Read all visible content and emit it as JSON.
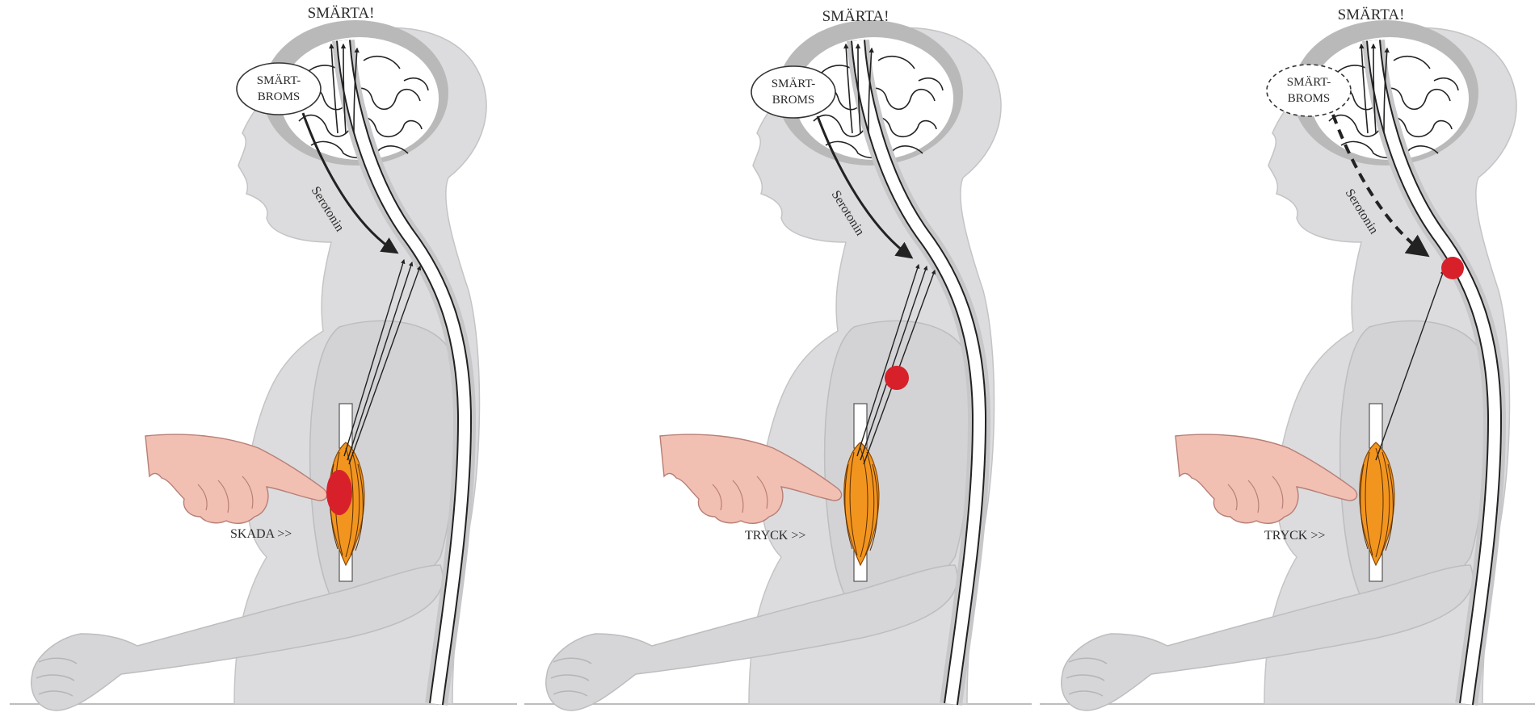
{
  "colors": {
    "body": "#dcdcde",
    "body_edge": "#c4c4c6",
    "brain_cortex": "#b9b9b9",
    "spine_fill": "#ffffff",
    "muscle": "#f2951f",
    "muscle_dark": "#c36a08",
    "tendon": "#ffffff",
    "injury": "#d8202a",
    "hand": "#f2bfb3",
    "hand_edge": "#b77f76",
    "floor": "#bdbdbd"
  },
  "panels": [
    {
      "id": "panel-1",
      "title": "SMÄRTA!",
      "oval_lines": [
        "SMÄRT-",
        "BROMS"
      ],
      "oval_style": "solid",
      "serotonin_label": "Serotonin",
      "serotonin_path_style": "solid",
      "finger_label": "SKADA >>",
      "red_marker": "muscle-injury"
    },
    {
      "id": "panel-2",
      "title": "SMÄRTA!",
      "oval_lines": [
        "SMÄRT-",
        "BROMS"
      ],
      "oval_style": "solid",
      "serotonin_label": "Serotonin",
      "serotonin_path_style": "solid",
      "finger_label": "TRYCK >>",
      "red_marker": "upper-arm-nerve"
    },
    {
      "id": "panel-3",
      "title": "SMÄRTA!",
      "oval_lines": [
        "SMÄRT-",
        "BROMS"
      ],
      "oval_style": "dashed",
      "serotonin_label": "Serotonin",
      "serotonin_path_style": "dashed",
      "finger_label": "TRYCK >>",
      "red_marker": "spinal-cord-neck"
    }
  ]
}
